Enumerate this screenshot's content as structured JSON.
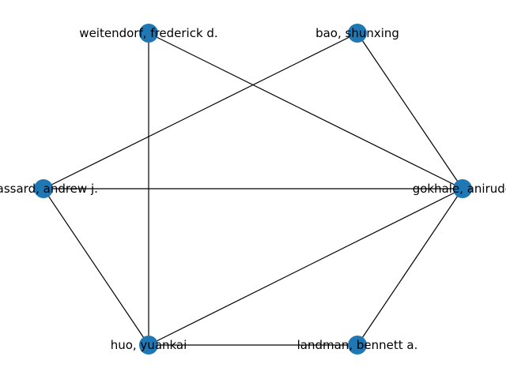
{
  "graph": {
    "node_color": "#1f77b4",
    "edge_color": "#000000",
    "nodes": [
      {
        "id": "weitendorf",
        "label": "weitendorf, frederick d."
      },
      {
        "id": "bao",
        "label": "bao, shunxing"
      },
      {
        "id": "gokhale",
        "label": "gokhale, anirudd"
      },
      {
        "id": "bassard",
        "label": "bassard, andrew j."
      },
      {
        "id": "huo",
        "label": "huo, yuankai"
      },
      {
        "id": "landman",
        "label": "landman, bennett a."
      }
    ],
    "edges": [
      [
        "weitendorf",
        "huo"
      ],
      [
        "weitendorf",
        "gokhale"
      ],
      [
        "bao",
        "bassard"
      ],
      [
        "bao",
        "gokhale"
      ],
      [
        "bassard",
        "gokhale"
      ],
      [
        "bassard",
        "huo"
      ],
      [
        "huo",
        "gokhale"
      ],
      [
        "huo",
        "landman"
      ],
      [
        "gokhale",
        "landman"
      ]
    ]
  }
}
